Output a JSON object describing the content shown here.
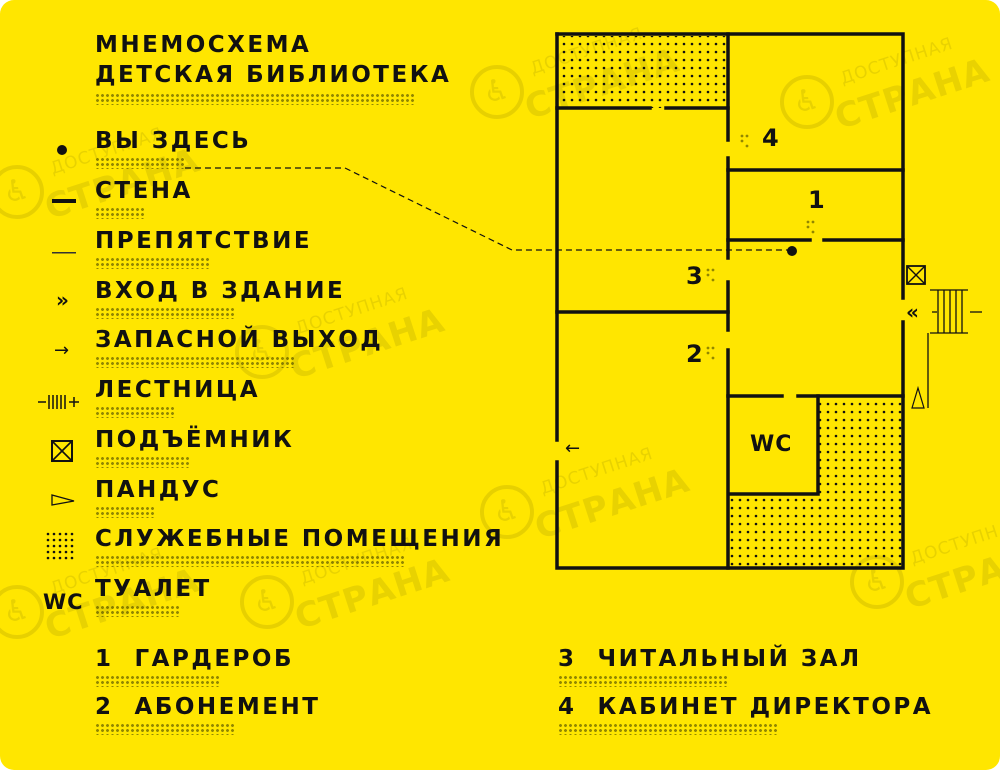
{
  "title": {
    "line1": "МНЕМОСХЕМА",
    "line2": "ДЕТСКАЯ БИБЛИОТЕКА"
  },
  "legend": [
    {
      "id": "you-are-here",
      "label": "ВЫ ЗДЕСЬ",
      "icon": "dot-icon"
    },
    {
      "id": "wall",
      "label": "СТЕНА",
      "icon": "wall-icon"
    },
    {
      "id": "obstacle",
      "label": "ПРЕПЯТСТВИЕ",
      "icon": "obstacle-icon"
    },
    {
      "id": "entrance",
      "label": "ВХОД В ЗДАНИЕ",
      "icon": "entrance-icon",
      "glyph": "»"
    },
    {
      "id": "emergency-exit",
      "label": "ЗАПАСНОЙ ВЫХОД",
      "icon": "arrow-right-icon",
      "glyph": "→"
    },
    {
      "id": "stairs",
      "label": "ЛЕСТНИЦА",
      "icon": "stairs-icon"
    },
    {
      "id": "lift",
      "label": "ПОДЪЁМНИК",
      "icon": "lift-icon"
    },
    {
      "id": "ramp",
      "label": "ПАНДУС",
      "icon": "ramp-icon"
    },
    {
      "id": "service-rooms",
      "label": "СЛУЖЕБНЫЕ ПОМЕЩЕНИЯ",
      "icon": "dotted-area-icon"
    },
    {
      "id": "toilet",
      "label": "ТУАЛЕТ",
      "icon": "wc-icon",
      "glyph": "WC"
    }
  ],
  "rooms_key": [
    {
      "number": "1",
      "name": "ГАРДЕРОБ"
    },
    {
      "number": "2",
      "name": "АБОНЕМЕНТ"
    },
    {
      "number": "3",
      "name": "ЧИТАЛЬНЫЙ ЗАЛ"
    },
    {
      "number": "4",
      "name": "КАБИНЕТ ДИРЕКТОРА"
    }
  ],
  "plan": {
    "room_numbers": [
      "1",
      "2",
      "3",
      "4"
    ],
    "wc_label": "WC",
    "entrance_glyph": "«",
    "exit_glyph": "←"
  },
  "watermark": {
    "line1": "ДОСТУПНАЯ",
    "line2": "СТРАНА",
    "icon": "wheelchair-icon",
    "glyph": "♿"
  },
  "colors": {
    "background": "#ffe600",
    "ink": "#111111"
  }
}
